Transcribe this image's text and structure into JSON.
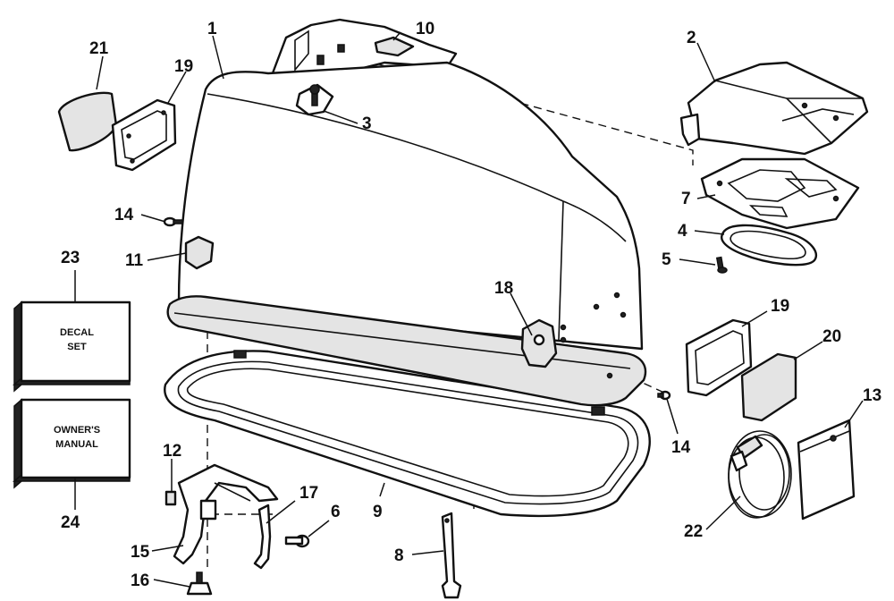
{
  "callouts": {
    "c1": "1",
    "c2": "2",
    "c3": "3",
    "c4": "4",
    "c5": "5",
    "c6": "6",
    "c7": "7",
    "c8": "8",
    "c9": "9",
    "c10": "10",
    "c11": "11",
    "c12": "12",
    "c13": "13",
    "c14a": "14",
    "c14b": "14",
    "c15": "15",
    "c16": "16",
    "c17": "17",
    "c18": "18",
    "c19a": "19",
    "c19b": "19",
    "c20": "20",
    "c21": "21",
    "c22": "22",
    "c23": "23",
    "c24": "24"
  },
  "boxes": {
    "decal_line1": "DECAL",
    "decal_line2": "SET",
    "manual_line1": "OWNER'S",
    "manual_line2": "MANUAL"
  }
}
